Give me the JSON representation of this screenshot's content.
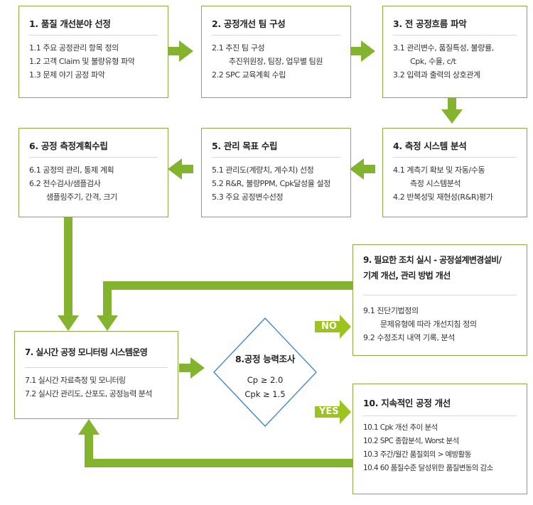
{
  "colors": {
    "border": "#8aaa42",
    "arrow": "#84b32f",
    "label_bg": "#9dc31f",
    "diamond": "#3b7fd1"
  },
  "boxes": {
    "b1": {
      "title": "1. 품질 개선분야 선정",
      "items": [
        "1.1 주요 공정관리 항목 정의",
        "1.2 고객 Claim 및 불량유형 파악",
        "1.3 문제 야기 공정 파악"
      ]
    },
    "b2": {
      "title": "2. 공정개선 팀 구성",
      "items": [
        "2.1 추진 팀 구성",
        "추진위원장, 팀장, 업무별 팀원",
        "2.2 SPC 교육계획 수립"
      ]
    },
    "b3": {
      "title": "3. 전 공정흐름 파악",
      "items": [
        "3.1 관리변수, 품질특성, 불량률,",
        "Cpk, 수율, c/t",
        "3.2 입력과 출력의 상호관계"
      ]
    },
    "b4": {
      "title": "4. 측정 시스템 분석",
      "items": [
        "4.1 계측기 확보 및 자동/수동",
        "측정 시스템분석",
        "4.2 반복성및 재현성(R&R)평가"
      ]
    },
    "b5": {
      "title": "5. 관리 목표 수립",
      "items": [
        "5.1 관리도(계량치, 계수치) 선정",
        "5.2 R&R, 불량PPM, Cpk달성율 설정",
        "5.3 주요 공정변수선정"
      ]
    },
    "b6": {
      "title": "6. 공정 측정계획수립",
      "items": [
        "6.1 공정의 관리, 통제 계획",
        "6.2 전수검사/샘플검사",
        "샘플링주기, 간격, 크기"
      ]
    },
    "b7": {
      "title": "7. 실시간 공정 모니터링 시스템운영",
      "items": [
        "7.1 실시간 자료측정 및 모니터링",
        "7.2 실시간 관리도, 산포도, 공정능력 분석"
      ]
    },
    "b9": {
      "title_line1": "9. 필요한 조치 실시 - 공정설계변경설비/",
      "title_line2": "기계 개선, 관리 방법 개선",
      "items": [
        "9.1 진단기법정의",
        "문제유형에 따라 개선지침 정의",
        "9.2 수정조치 내역 기록, 분석"
      ]
    },
    "b10": {
      "title": "10. 지속적인 공정 개선",
      "items": [
        "10.1 Cpk 개선 추이 분석",
        "10.2 SPC 종합분석,  Worst 분석",
        "10.3 주간/월간 품질회의 > 예방활동",
        "10.4 60 품질수준 달성위한 품질변동의 감소"
      ]
    }
  },
  "diamond": {
    "title": "8.공정 능력조사",
    "line1": "Cp ≥ 2.0",
    "line2": "Cpk ≥ 1.5"
  },
  "labels": {
    "no": "NO",
    "yes": "YES"
  }
}
